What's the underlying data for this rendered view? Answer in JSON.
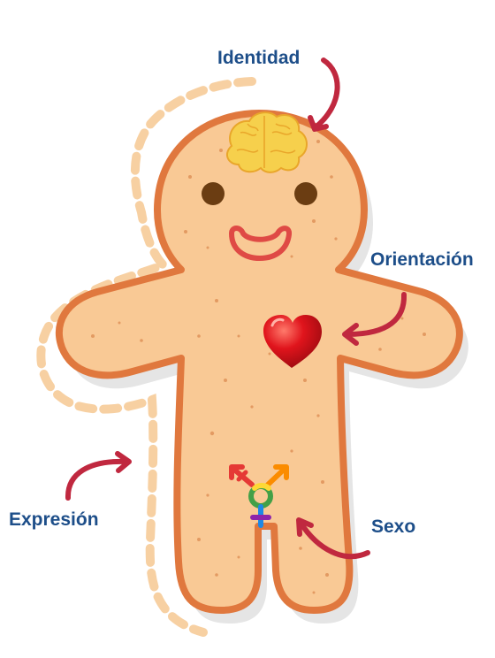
{
  "labels": {
    "identidad": "Identidad",
    "orientacion": "Orientación",
    "expresion": "Expresión",
    "sexo": "Sexo"
  },
  "colors": {
    "label_text": "#1d4e89",
    "arrow": "#c0283f",
    "body_fill": "#f9c995",
    "body_outline": "#e0783e",
    "expression_outline": "#f7d0a2",
    "heart": "#d8141c",
    "brain": "#f6d04c",
    "mouth": "#df4a45",
    "eyes": "#6b3d12"
  },
  "icons": {
    "identity": "brain-icon",
    "orientation": "heart-icon",
    "sex": "transgender-symbol-icon"
  }
}
